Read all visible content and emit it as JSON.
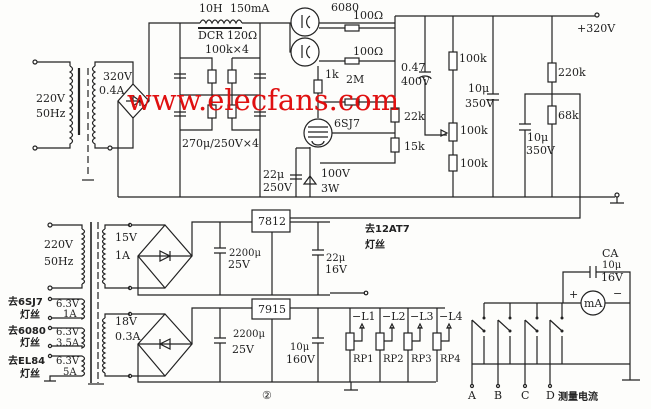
{
  "watermark": "www.elecfans.com",
  "figure_number": "②",
  "upper": {
    "mains": {
      "voltage": "220V",
      "freq": "50Hz"
    },
    "secondary": {
      "voltage": "320V",
      "current": "0.4A"
    },
    "choke": {
      "inductance": "10H",
      "current": "150mA",
      "dcr": "DCR  120Ω"
    },
    "resistors_note": "100k×4",
    "caps_note": "270μ/250V×4",
    "tube_6080": "6080",
    "r_100a": "100Ω",
    "r_100b": "100Ω",
    "cap_047": {
      "value": "0.47",
      "voltage": "400V"
    },
    "r_1k": "1k",
    "r_2m": "2M",
    "tube_6sj7": "6SJ7",
    "r_22k": "22k",
    "r_15k": "15k",
    "cap_22u": {
      "value": "22μ",
      "voltage": "250V"
    },
    "zener": {
      "voltage": "100V",
      "power": "3W"
    },
    "div_top": "100k",
    "div_pot": "100k",
    "div_bot": "100k",
    "cap_10u_a": {
      "value": "10μ",
      "voltage": "350V"
    },
    "r_220k": "220k",
    "r_68k": "68k",
    "cap_10u_b": {
      "value": "10μ",
      "voltage": "350V"
    },
    "output": "+320V"
  },
  "lower": {
    "mains": {
      "voltage": "220V",
      "freq": "50Hz"
    },
    "heaters": [
      {
        "dest": "去6SJ7",
        "label": "灯丝",
        "voltage": "6.3V",
        "current": "1A"
      },
      {
        "dest": "去6080",
        "label": "灯丝",
        "voltage": "6.3V",
        "current": "3.5A"
      },
      {
        "dest": "去EL84",
        "label": "灯丝",
        "voltage": "6.3V",
        "current": "5A"
      }
    ],
    "sec1": {
      "voltage": "15V",
      "current": "1A"
    },
    "reg1": "7812",
    "cap1": {
      "value": "2200μ",
      "voltage": "25V"
    },
    "cap2": {
      "value": "22μ",
      "voltage": "16V"
    },
    "to_12at7": {
      "dest": "去12AT7",
      "label": "灯丝"
    },
    "sec2": {
      "voltage": "18V",
      "current": "0.3A"
    },
    "reg2": "7915",
    "cap3": {
      "value": "2200μ",
      "voltage": "25V"
    },
    "cap4": {
      "value": "10μ",
      "voltage": "160V"
    },
    "pots": [
      {
        "name": "RP1",
        "out": "−L1"
      },
      {
        "name": "RP2",
        "out": "−L2"
      },
      {
        "name": "RP3",
        "out": "−L3"
      },
      {
        "name": "RP4",
        "out": "−L4"
      }
    ],
    "meter": {
      "label": "mA",
      "plus": "+",
      "minus": "−"
    },
    "cap_ca": {
      "name": "CA",
      "value": "10μ",
      "voltage": "16V"
    },
    "switches": [
      "A",
      "B",
      "C",
      "D"
    ],
    "measure_label": "测量电流"
  }
}
